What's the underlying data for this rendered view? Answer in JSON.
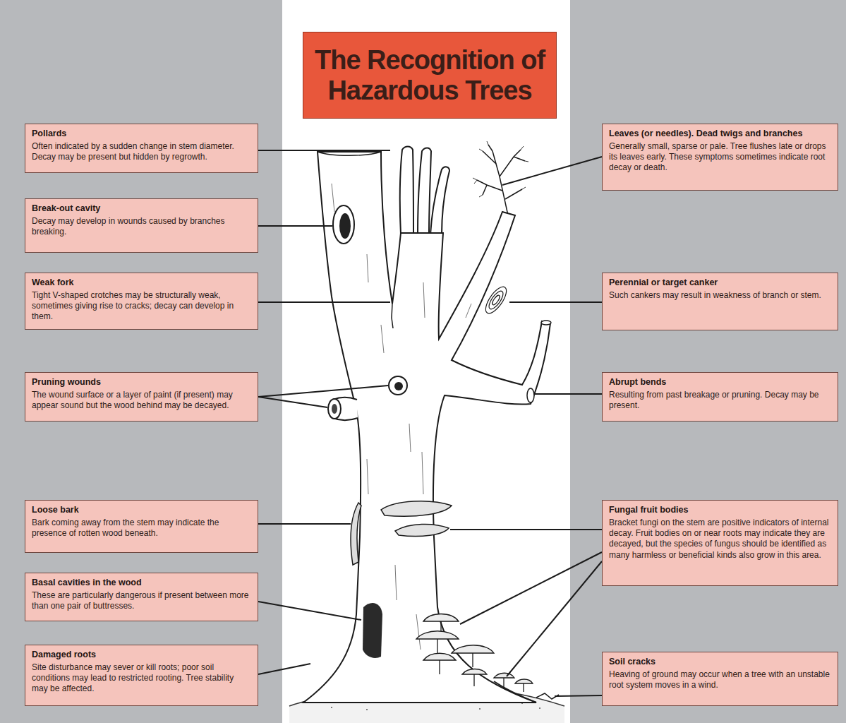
{
  "diagram": {
    "title": "The Recognition of Hazardous Trees",
    "nodes": [
      {
        "text": [
          "Pollards",
          "Often indicated by a sudden change in stem diameter. Decay may be present but hidden by regrowth."
        ]
      },
      {
        "text": [
          "Break-out cavity",
          "Decay may develop in wounds caused by branches breaking."
        ]
      },
      {
        "text": [
          "Weak fork",
          "Tight V-shaped crotches may be structurally weak, sometimes giving rise to cracks; decay can develop in them."
        ]
      },
      {
        "text": [
          "Pruning wounds",
          "The wound surface or a layer of paint (if present) may appear sound but the wood behind may be decayed."
        ]
      },
      {
        "text": [
          "Loose bark",
          "Bark coming away from the stem may indicate the presence of rotten wood beneath."
        ]
      },
      {
        "text": [
          "Basal cavities in the wood",
          "These are particularly dangerous if present between more than one pair of buttresses."
        ]
      },
      {
        "text": [
          "Damaged roots",
          "Site disturbance may sever or kill roots; poor soil conditions may lead to restricted rooting. Tree stability may be affected."
        ]
      },
      {
        "text": [
          "Leaves (or needles). Dead twigs and branches",
          "Generally small, sparse or pale. Tree flushes late or drops its leaves early. These symptoms sometimes indicate root decay or death."
        ]
      },
      {
        "text": [
          "Perennial or target canker",
          "Such cankers may result in weakness of branch or stem."
        ]
      },
      {
        "text": [
          "Abrupt bends",
          "Resulting from past breakage or pruning. Decay may be present."
        ]
      },
      {
        "text": [
          "Fungal fruit bodies",
          "Bracket fungi on the stem are positive indicators of internal decay. Fruit bodies on or near roots may indicate they are decayed, but the species of fungus should be identified as many harmless or beneficial kinds also grow in this area."
        ]
      },
      {
        "text": [
          "Soil cracks",
          "Heaving of ground may occur when a tree with an unstable root system moves in a wind."
        ]
      }
    ]
  }
}
